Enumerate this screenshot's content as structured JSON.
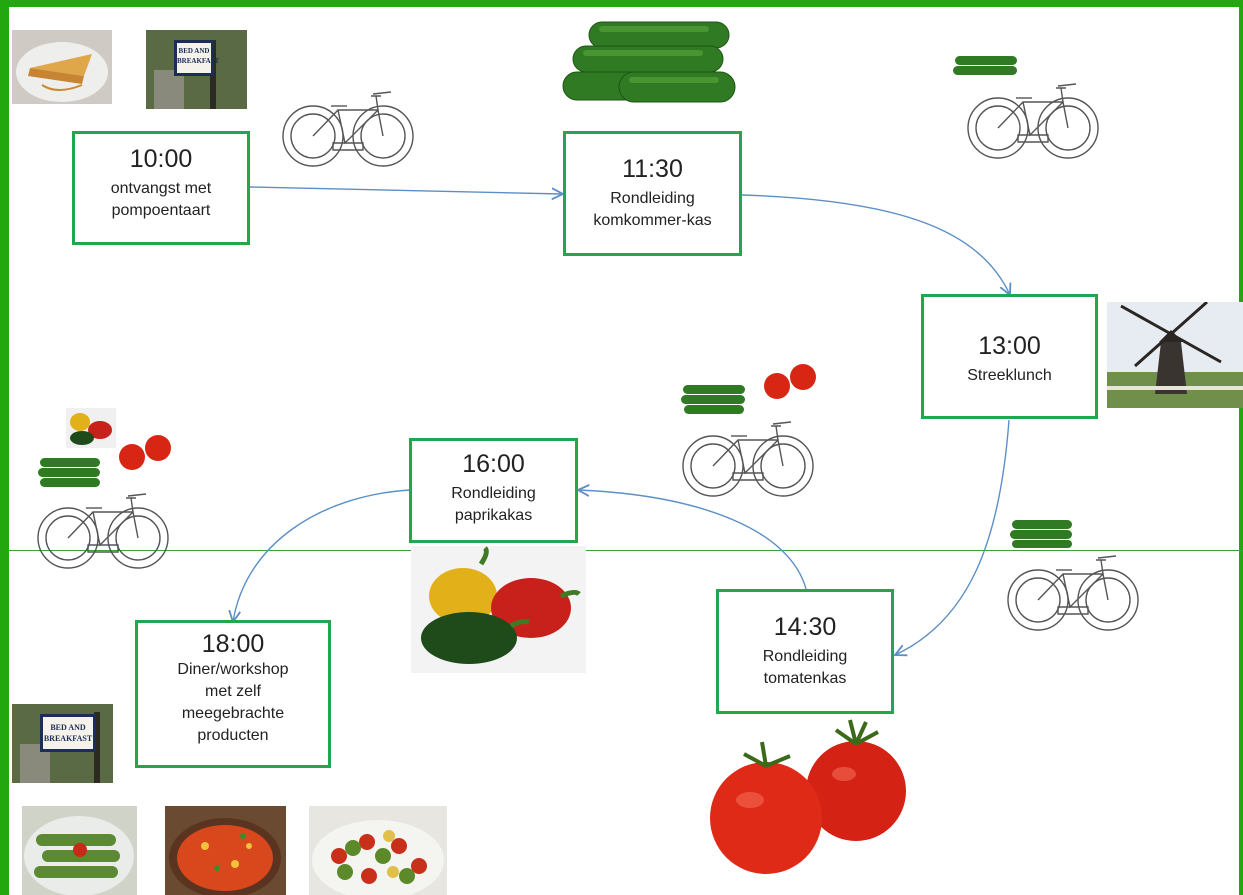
{
  "schedule": [
    {
      "time": "10:00",
      "lines": [
        "ontvangst met",
        "pompoentaart"
      ]
    },
    {
      "time": "11:30",
      "lines": [
        "Rondleiding",
        "komkommer-kas"
      ]
    },
    {
      "time": "13:00",
      "lines": [
        "Streeklunch"
      ]
    },
    {
      "time": "14:30",
      "lines": [
        "Rondleiding",
        "tomatenkas"
      ]
    },
    {
      "time": "16:00",
      "lines": [
        "Rondleiding",
        "paprikakas"
      ]
    },
    {
      "time": "18:00",
      "lines": [
        "Diner/workshop",
        "met zelf",
        "meegebrachte",
        "producten"
      ]
    }
  ],
  "signs": {
    "line1": "BED AND",
    "line2": "BREAKFAST"
  },
  "colors": {
    "frame": "#22a80e",
    "box_border": "#22a64e",
    "arrow": "#5b8fc7"
  },
  "icons": [
    "bicycle-icon",
    "cucumber-icon",
    "tomato-icon",
    "pepper-icon",
    "windmill-icon",
    "pie-icon"
  ]
}
